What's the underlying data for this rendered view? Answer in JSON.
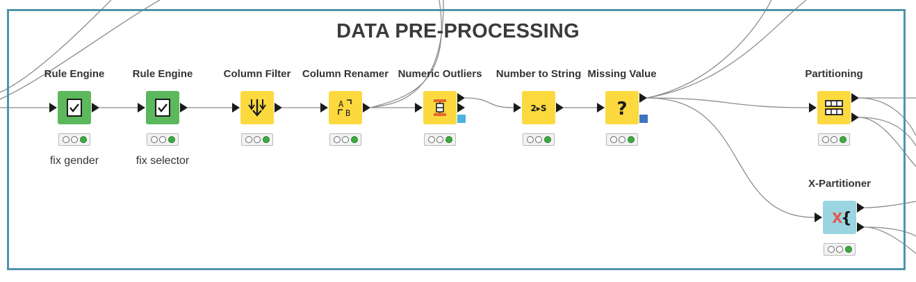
{
  "annotation": {
    "title": "DATA PRE-PROCESSING",
    "border_color": "#4f93aa"
  },
  "nodes": [
    {
      "id": "rule-engine-1",
      "label": "Rule Engine",
      "comment": "fix gender",
      "type": "manipulator",
      "color": "#5cb85c",
      "icon": "rule-engine-icon",
      "status": [
        "off",
        "off",
        "green"
      ],
      "warning": false
    },
    {
      "id": "rule-engine-2",
      "label": "Rule Engine",
      "comment": "fix selector",
      "type": "manipulator",
      "color": "#5cb85c",
      "icon": "rule-engine-icon",
      "status": [
        "off",
        "off",
        "green"
      ],
      "warning": false
    },
    {
      "id": "column-filter",
      "label": "Column Filter",
      "comment": "",
      "type": "manipulator",
      "color": "#fcd93f",
      "icon": "column-filter-icon",
      "status": [
        "off",
        "off",
        "green"
      ],
      "warning": false
    },
    {
      "id": "column-renamer",
      "label": "Column Renamer",
      "comment": "",
      "type": "manipulator",
      "color": "#fcd93f",
      "icon": "column-renamer-icon",
      "status": [
        "off",
        "off",
        "green"
      ],
      "warning": false
    },
    {
      "id": "numeric-outliers",
      "label": "Numeric Outliers",
      "comment": "",
      "type": "manipulator",
      "color": "#fcd93f",
      "icon": "numeric-outliers-icon",
      "status": [
        "off",
        "off",
        "green"
      ],
      "warning": false
    },
    {
      "id": "number-to-string",
      "label": "Number to String",
      "comment": "",
      "type": "manipulator",
      "color": "#fcd93f",
      "icon": "number-to-string-icon",
      "status": [
        "off",
        "off",
        "green"
      ],
      "warning": false
    },
    {
      "id": "missing-value",
      "label": "Missing Value",
      "comment": "",
      "type": "manipulator",
      "color": "#fcd93f",
      "icon": "missing-value-icon",
      "status": [
        "off",
        "off",
        "green"
      ],
      "warning": true
    },
    {
      "id": "partitioning",
      "label": "Partitioning",
      "comment": "",
      "type": "manipulator",
      "color": "#fcd93f",
      "icon": "partitioning-icon",
      "status": [
        "off",
        "off",
        "green"
      ],
      "warning": false
    },
    {
      "id": "x-partitioner",
      "label": "X-Partitioner",
      "comment": "",
      "type": "loop-start",
      "color": "#9ad5e1",
      "icon": "x-partitioner-icon",
      "status": [
        "off",
        "off",
        "green"
      ],
      "warning": false
    }
  ],
  "icon_glyphs": {
    "column-renamer-icon": [
      "A",
      "B"
    ],
    "number-to-string-icon": "2▸S",
    "missing-value-icon": "?",
    "x-partitioner-icon": [
      "X",
      "{"
    ]
  },
  "colors": {
    "connection": "#8c8c8c",
    "port": "#1a1a1a",
    "model_port": "#4bb4e0",
    "flowvar_port": "#3d75c2",
    "warning": "#f5c518",
    "status_green": "#3aab3f"
  }
}
